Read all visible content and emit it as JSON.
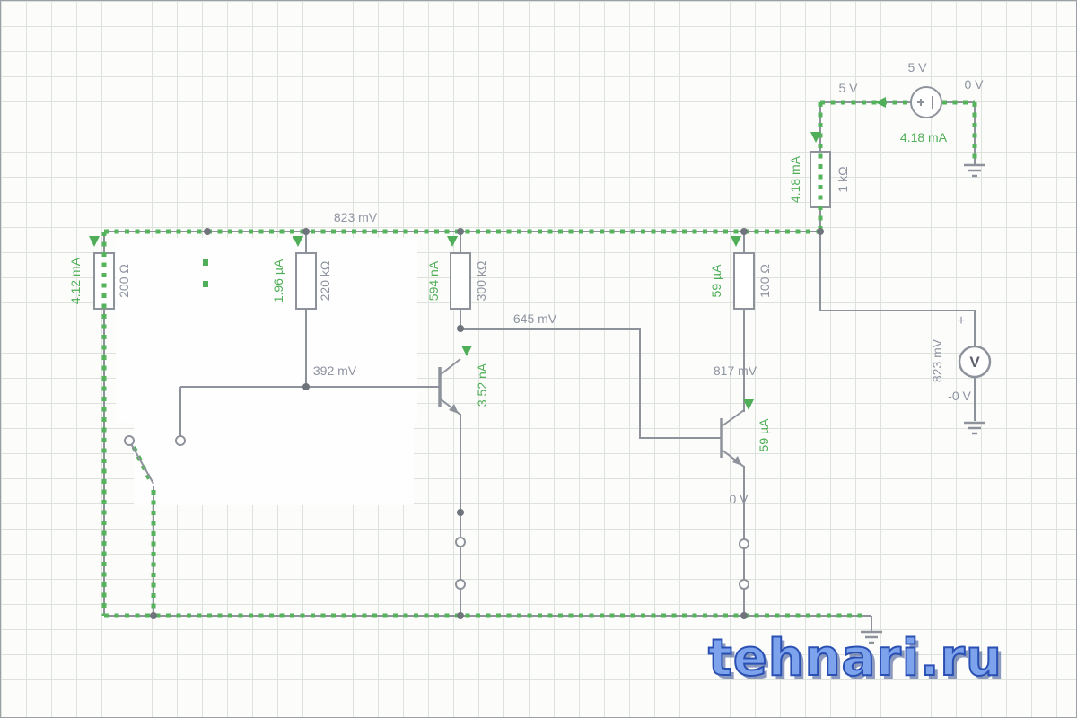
{
  "labels": {
    "rail_voltage": "823 mV",
    "q1_base_voltage": "392 mV",
    "q1_collector_voltage": "645 mV",
    "q1_current": "3.52 nA",
    "q2_collector_voltage": "817 mV",
    "q2_current": "59 µA",
    "q2_emitter_voltage": "0 V"
  },
  "source": {
    "title": "5 V",
    "pos_wire_voltage": "5 V",
    "neg_wire_voltage": "0 V",
    "current": "4.18 mA"
  },
  "resistors": {
    "r1k": {
      "value": "1 kΩ",
      "current": "4.18 mA"
    },
    "r200": {
      "value": "200 Ω",
      "current": "4.12 mA"
    },
    "r220k": {
      "value": "220 kΩ",
      "current": "1.96 µA"
    },
    "r300k": {
      "value": "300 kΩ",
      "current": "594 nA"
    },
    "r100": {
      "value": "100 Ω",
      "current": "59 µA"
    }
  },
  "voltmeter": {
    "symbol": "V",
    "reading": "823 mV",
    "plus_label": "+",
    "minus_label": "-0 V"
  },
  "watermark": "tehnari.ru",
  "colors": {
    "current_green": "#4fae57",
    "wire_gray": "#8e939b",
    "label_gray": "#8e93a0"
  }
}
